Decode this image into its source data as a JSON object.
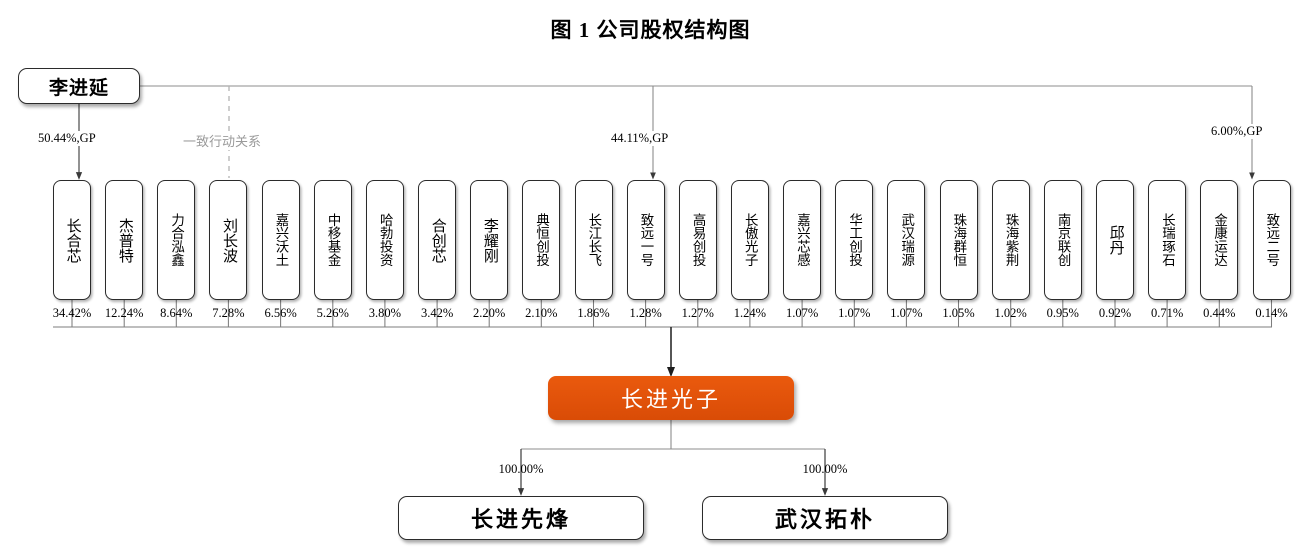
{
  "title": "图 1 公司股权结构图",
  "root": {
    "label": "李进延"
  },
  "edge_labels": {
    "gp_left": "50.44%,GP",
    "gp_middle": "44.11%,GP",
    "gp_right": "6.00%,GP",
    "concerted_action": "一致行动关系"
  },
  "colors": {
    "company_orange": "#e1520a",
    "box_border": "#2b2b2b",
    "wire": "#6f6f6f",
    "dashed_wire": "#b4b4b4",
    "company_text": "#ffffff"
  },
  "shareholders": [
    {
      "name": "长合芯",
      "pct": "34.42%"
    },
    {
      "name": "杰普特",
      "pct": "12.24%"
    },
    {
      "name": "力合泓鑫",
      "pct": "8.64%"
    },
    {
      "name": "刘长波",
      "pct": "7.28%"
    },
    {
      "name": "嘉兴沃土",
      "pct": "6.56%"
    },
    {
      "name": "中移基金",
      "pct": "5.26%"
    },
    {
      "name": "哈勃投资",
      "pct": "3.80%"
    },
    {
      "name": "合创芯",
      "pct": "3.42%"
    },
    {
      "name": "李耀刚",
      "pct": "2.20%"
    },
    {
      "name": "典恒创投",
      "pct": "2.10%"
    },
    {
      "name": "长江长飞",
      "pct": "1.86%"
    },
    {
      "name": "致远一号",
      "pct": "1.28%"
    },
    {
      "name": "高易创投",
      "pct": "1.27%"
    },
    {
      "name": "长傲光子",
      "pct": "1.24%"
    },
    {
      "name": "嘉兴芯感",
      "pct": "1.07%"
    },
    {
      "name": "华工创投",
      "pct": "1.07%"
    },
    {
      "name": "武汉瑞源",
      "pct": "1.07%"
    },
    {
      "name": "珠海群恒",
      "pct": "1.05%"
    },
    {
      "name": "珠海紫荆",
      "pct": "1.02%"
    },
    {
      "name": "南京联创",
      "pct": "0.95%"
    },
    {
      "name": "邱丹",
      "pct": "0.92%"
    },
    {
      "name": "长瑞琢石",
      "pct": "0.71%"
    },
    {
      "name": "金康运达",
      "pct": "0.44%"
    },
    {
      "name": "致远二号",
      "pct": "0.14%"
    }
  ],
  "company": {
    "label": "长进光子"
  },
  "subsidiaries": [
    {
      "name": "长进先烽",
      "pct": "100.00%"
    },
    {
      "name": "武汉拓朴",
      "pct": "100.00%"
    }
  ]
}
